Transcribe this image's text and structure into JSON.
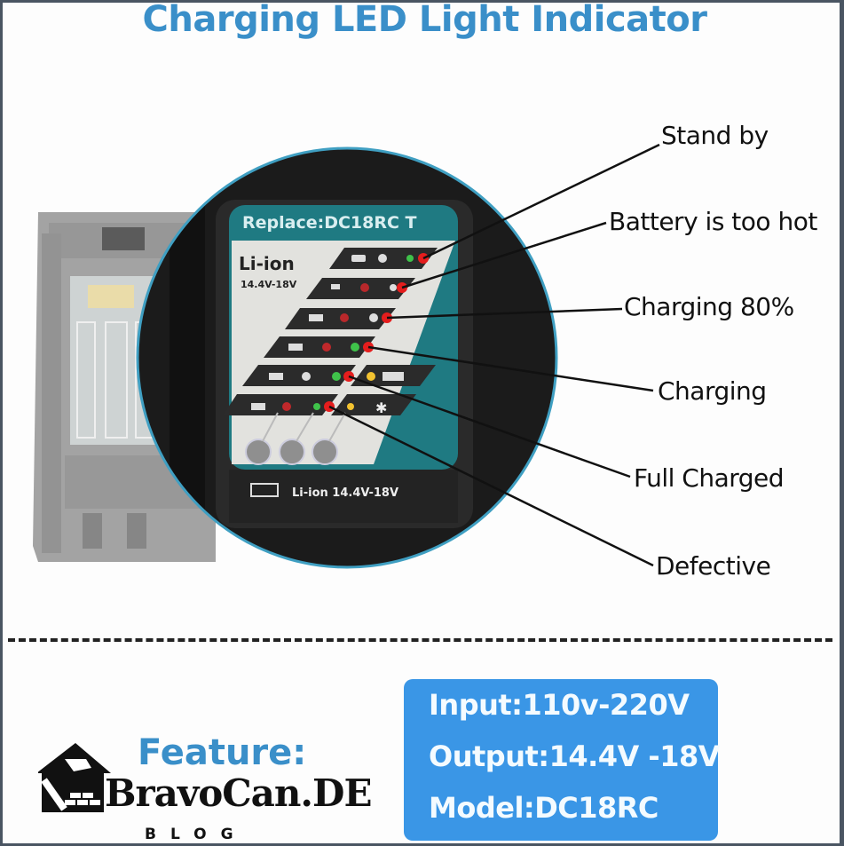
{
  "title": "Charging LED Light Indicator",
  "panel": {
    "header": "Replace:DC18RC T",
    "chemistry": "Li-ion",
    "voltage": "14.4V-18V",
    "footer": "Li-ion  14.4V-18V"
  },
  "callouts": [
    {
      "label": "Stand by"
    },
    {
      "label": "Battery is too hot"
    },
    {
      "label": "Charging 80%"
    },
    {
      "label": "Charging"
    },
    {
      "label": "Full Charged"
    },
    {
      "label": "Defective"
    }
  ],
  "feature": {
    "heading": "Feature:",
    "input": "Input:110v-220V",
    "output": "Output:14.4V -18V",
    "model": "Model:DC18RC"
  },
  "logo": {
    "name": "BravoCan.DE",
    "sub": "BLOG"
  },
  "colors": {
    "title_blue": "#3a8fc9",
    "spec_box_blue": "#3a96e6",
    "panel_teal": "#1e7f86",
    "led_red": "#e51d1d",
    "led_green": "#3fc24a",
    "led_yellow": "#f2c230"
  }
}
